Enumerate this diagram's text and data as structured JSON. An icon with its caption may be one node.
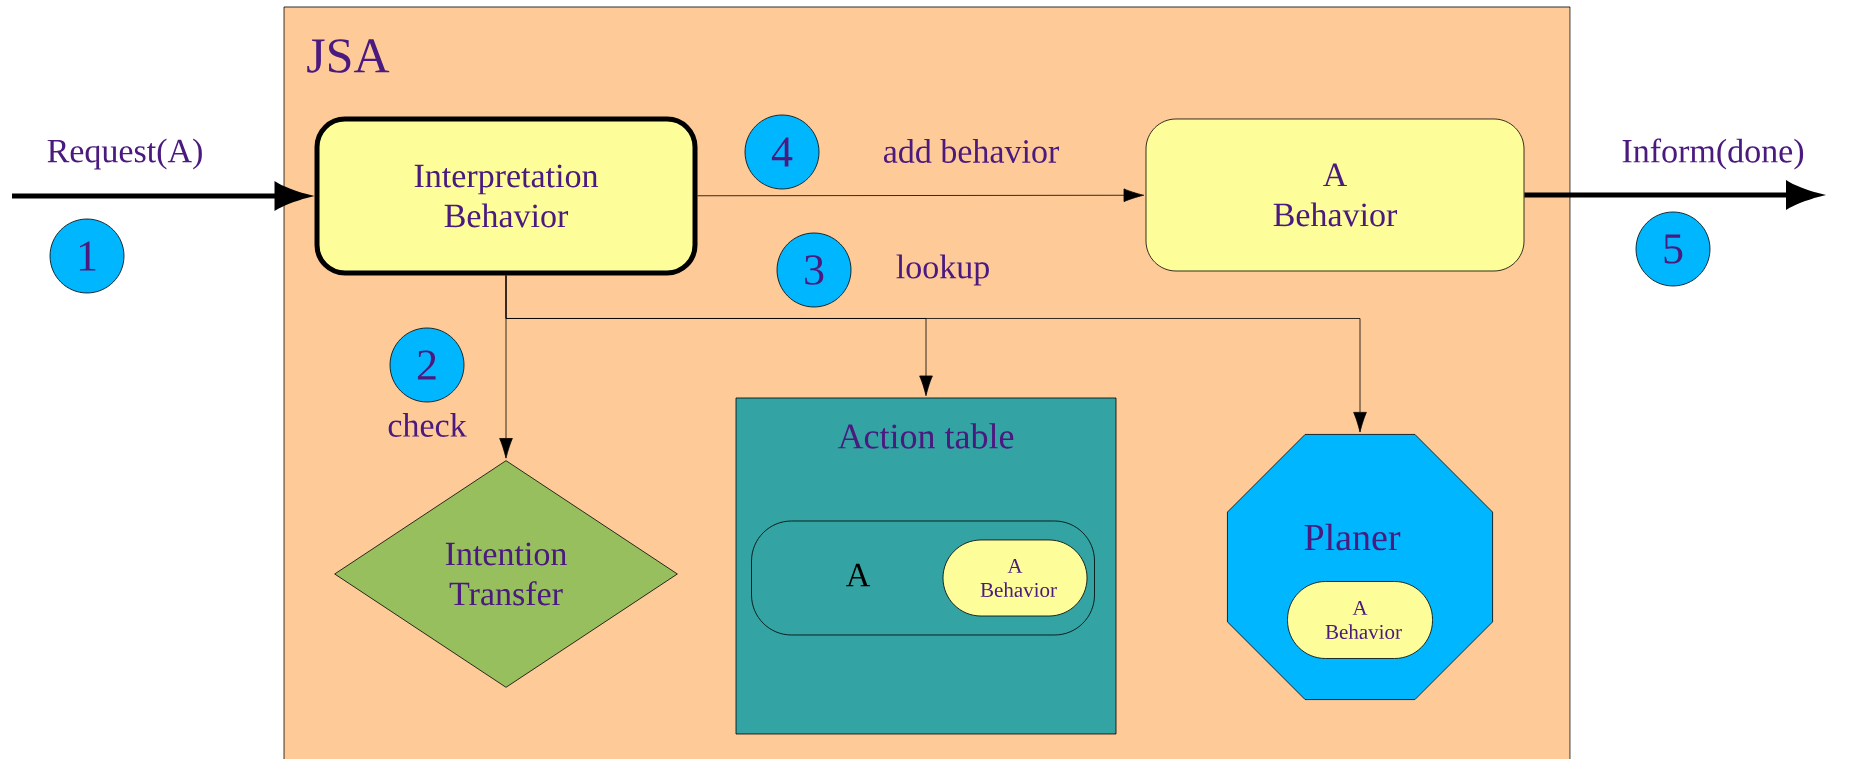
{
  "diagram": {
    "nodes": [
      {
        "text": [
          "JSA"
        ]
      },
      {
        "text": [
          "Interpretation Behavior"
        ],
        "in": 0
      },
      {
        "text": [
          "A Behavior"
        ],
        "in": 0
      },
      {
        "text": [
          "Intention Transfer"
        ],
        "in": 0
      },
      {
        "text": [
          "Action table"
        ],
        "in": 0
      },
      {
        "text": [
          "A"
        ],
        "in": 4
      },
      {
        "text": [
          "A Behavior"
        ],
        "in": 5
      },
      {
        "text": [
          "Planer"
        ],
        "in": 0
      },
      {
        "text": [
          "A Behavior"
        ],
        "in": 7
      },
      {
        "text": [
          "1"
        ]
      },
      {
        "text": [
          "2"
        ],
        "in": 0
      },
      {
        "text": [
          "3"
        ],
        "in": 0
      },
      {
        "text": [
          "4"
        ],
        "in": 0
      },
      {
        "text": [
          "5"
        ]
      }
    ],
    "edges": [
      {
        "from": null,
        "to": 1,
        "arrow": "to",
        "label": "Request(A)",
        "style": "thick"
      },
      {
        "from": 1,
        "to": 2,
        "arrow": "to",
        "label": "add behavior"
      },
      {
        "from": 1,
        "to": 3,
        "arrow": "to",
        "label": "check"
      },
      {
        "from": 1,
        "to": 4,
        "arrow": "to",
        "label": "lookup"
      },
      {
        "from": 1,
        "to": 7,
        "arrow": "to"
      },
      {
        "from": 2,
        "to": null,
        "arrow": "to",
        "label": "Inform(done)",
        "style": "thick"
      }
    ]
  }
}
